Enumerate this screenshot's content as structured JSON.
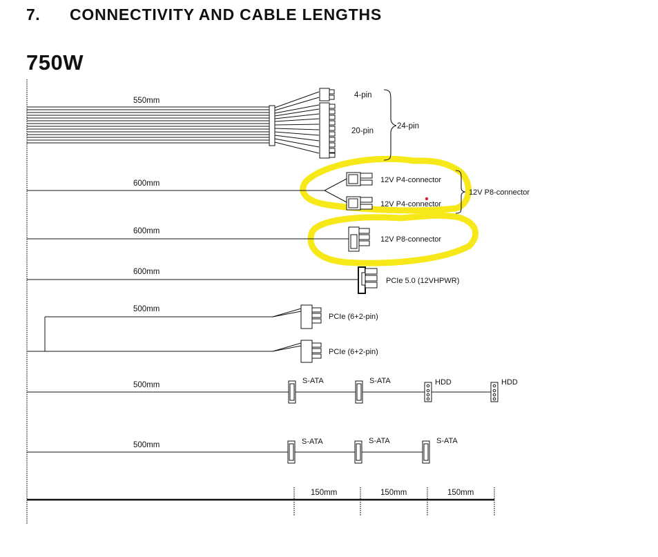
{
  "section": {
    "number": "7.",
    "title": "CONNECTIVITY AND CABLE LENGTHS"
  },
  "model": "750W",
  "cables": {
    "atx": {
      "length": "550mm",
      "pins_4": "4-pin",
      "pins_20": "20-pin",
      "total": "24-pin"
    },
    "cpu1": {
      "length": "600mm",
      "conn_a": "12V P4-connector",
      "conn_b": "12V P4-connector",
      "combined": "12V P8-connector"
    },
    "cpu2": {
      "length": "600mm",
      "conn": "12V P8-connector"
    },
    "pcie5": {
      "length": "600mm",
      "conn": "PCIe 5.0 (12VHPWR)"
    },
    "pcie": {
      "length": "500mm",
      "conn_a": "PCIe (6+2-pin)",
      "conn_b": "PCIe (6+2-pin)"
    },
    "sata1": {
      "length": "500mm",
      "c1": "S-ATA",
      "c2": "S-ATA",
      "c3": "HDD",
      "c4": "HDD"
    },
    "sata2": {
      "length": "500mm",
      "c1": "S-ATA",
      "c2": "S-ATA",
      "c3": "S-ATA"
    }
  },
  "scale": {
    "seg1": "150mm",
    "seg2": "150mm",
    "seg3": "150mm"
  },
  "colors": {
    "highlight": "#f7e81a",
    "line": "#111111",
    "marker": "#e0202a"
  }
}
